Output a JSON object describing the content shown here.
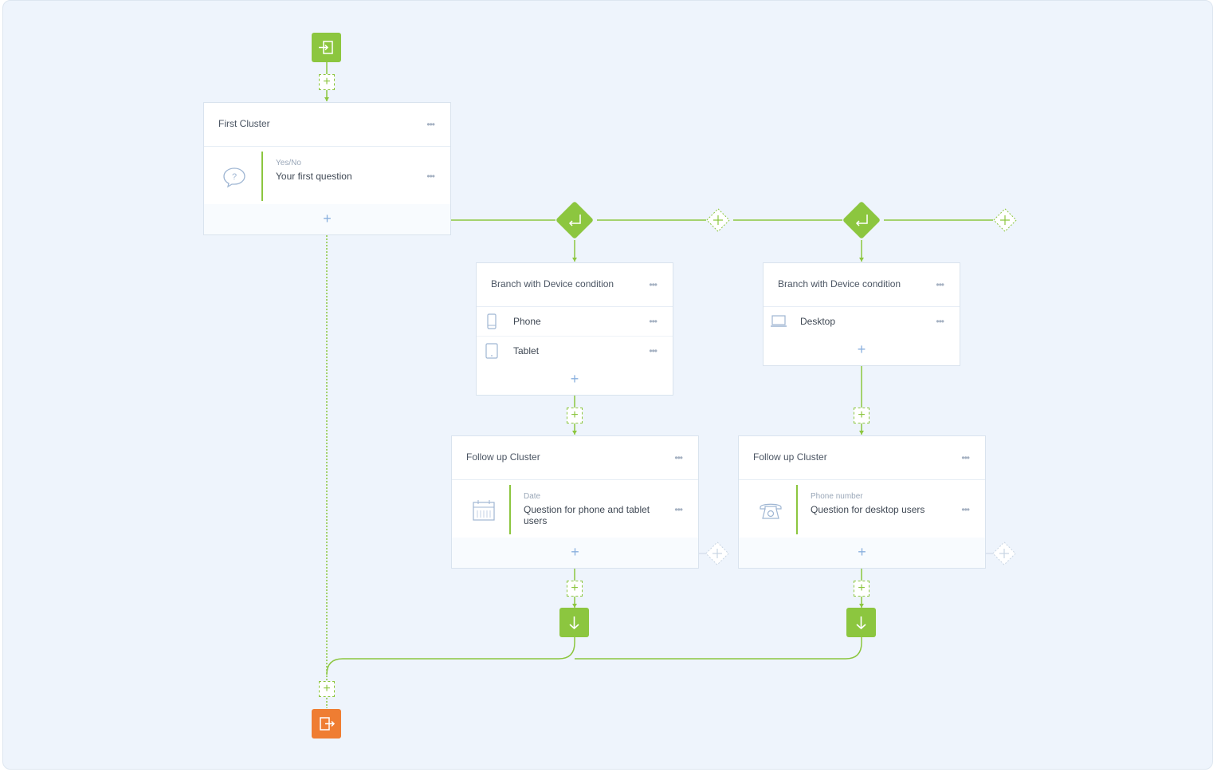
{
  "first_cluster": {
    "title": "First Cluster",
    "question_type": "Yes/No",
    "question_text": "Your first question"
  },
  "branch_left": {
    "title": "Branch with Device condition",
    "conditions": [
      "Phone",
      "Tablet"
    ]
  },
  "branch_right": {
    "title": "Branch with Device condition",
    "conditions": [
      "Desktop"
    ]
  },
  "follow_left": {
    "title": "Follow up Cluster",
    "question_type": "Date",
    "question_text_line1": "Question for phone and tablet",
    "question_text_line2": "users"
  },
  "follow_right": {
    "title": "Follow up Cluster",
    "question_type": "Phone number",
    "question_text": "Question for desktop users"
  },
  "colors": {
    "accent_green": "#8cc63f",
    "exit_orange": "#ef7d32",
    "canvas_bg": "#eef4fc"
  },
  "icons": [
    "enter-icon",
    "exit-icon",
    "branch-icon",
    "question-bubble-icon",
    "phone-icon",
    "tablet-icon",
    "desktop-icon",
    "calendar-icon",
    "telephone-icon",
    "arrow-down-icon",
    "plus-icon"
  ]
}
